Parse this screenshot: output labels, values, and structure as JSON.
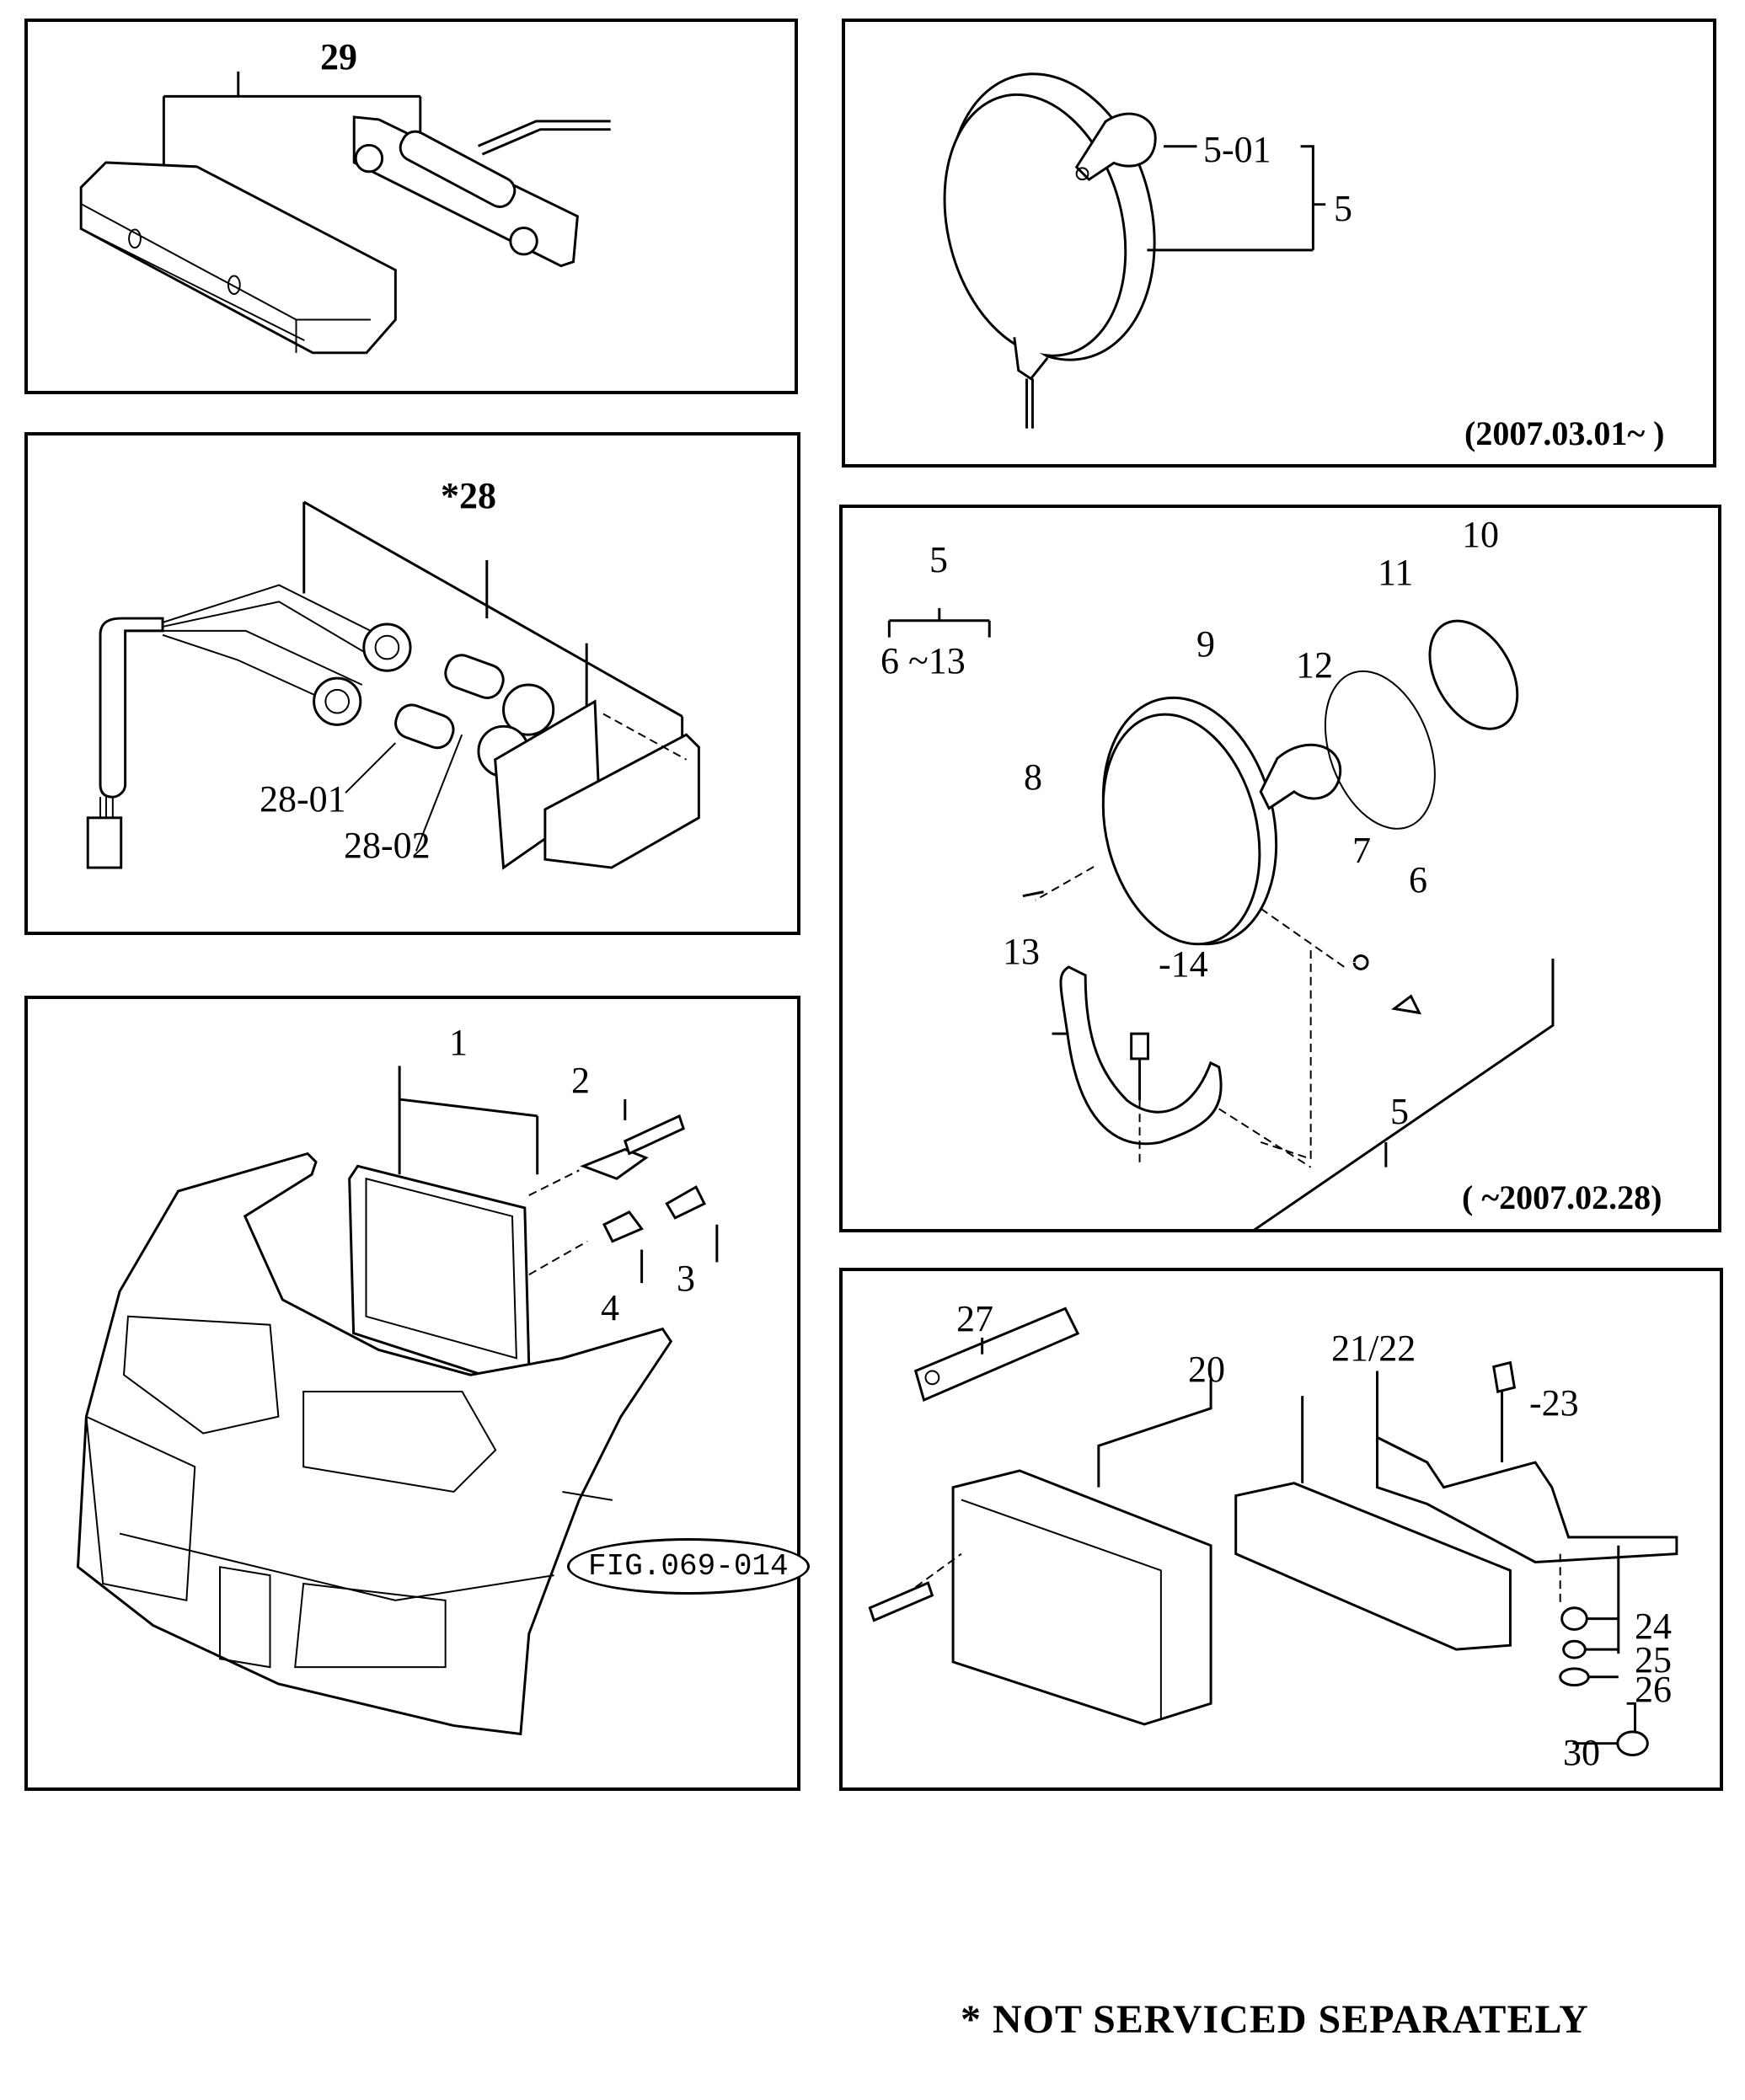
{
  "panels": {
    "license_lamp": {
      "labels": {
        "p29": "29"
      }
    },
    "work_lamp_new": {
      "labels": {
        "p5_01": "5-01",
        "p5": "5"
      },
      "date_range": "(2007.03.01~ )"
    },
    "rear_combination_lamp": {
      "labels": {
        "p28": "*28",
        "p28_01": "28-01",
        "p28_02": "28-02"
      }
    },
    "work_lamp_old": {
      "labels": {
        "group_parent": "5",
        "group_range": "6 ~13",
        "p9": "9",
        "p10": "10",
        "p11": "11",
        "p12": "12",
        "p8": "8",
        "p7": "7",
        "p6": "6",
        "p13": "13",
        "p14": "-14",
        "p5": "5"
      },
      "date_range": "( ~2007.02.28)"
    },
    "head_lamp": {
      "labels": {
        "p1": "1",
        "p2": "2",
        "p3": "3",
        "p4": "4"
      },
      "figure_reference": "FIG.069-014"
    },
    "side_lamp": {
      "labels": {
        "p27": "27",
        "p20": "20",
        "p21_22": "21/22",
        "p23": "-23",
        "p24": "24",
        "p25": "25",
        "p26": "26",
        "p30": "30"
      }
    }
  },
  "footer_note": "* NOT SERVICED SEPARATELY"
}
